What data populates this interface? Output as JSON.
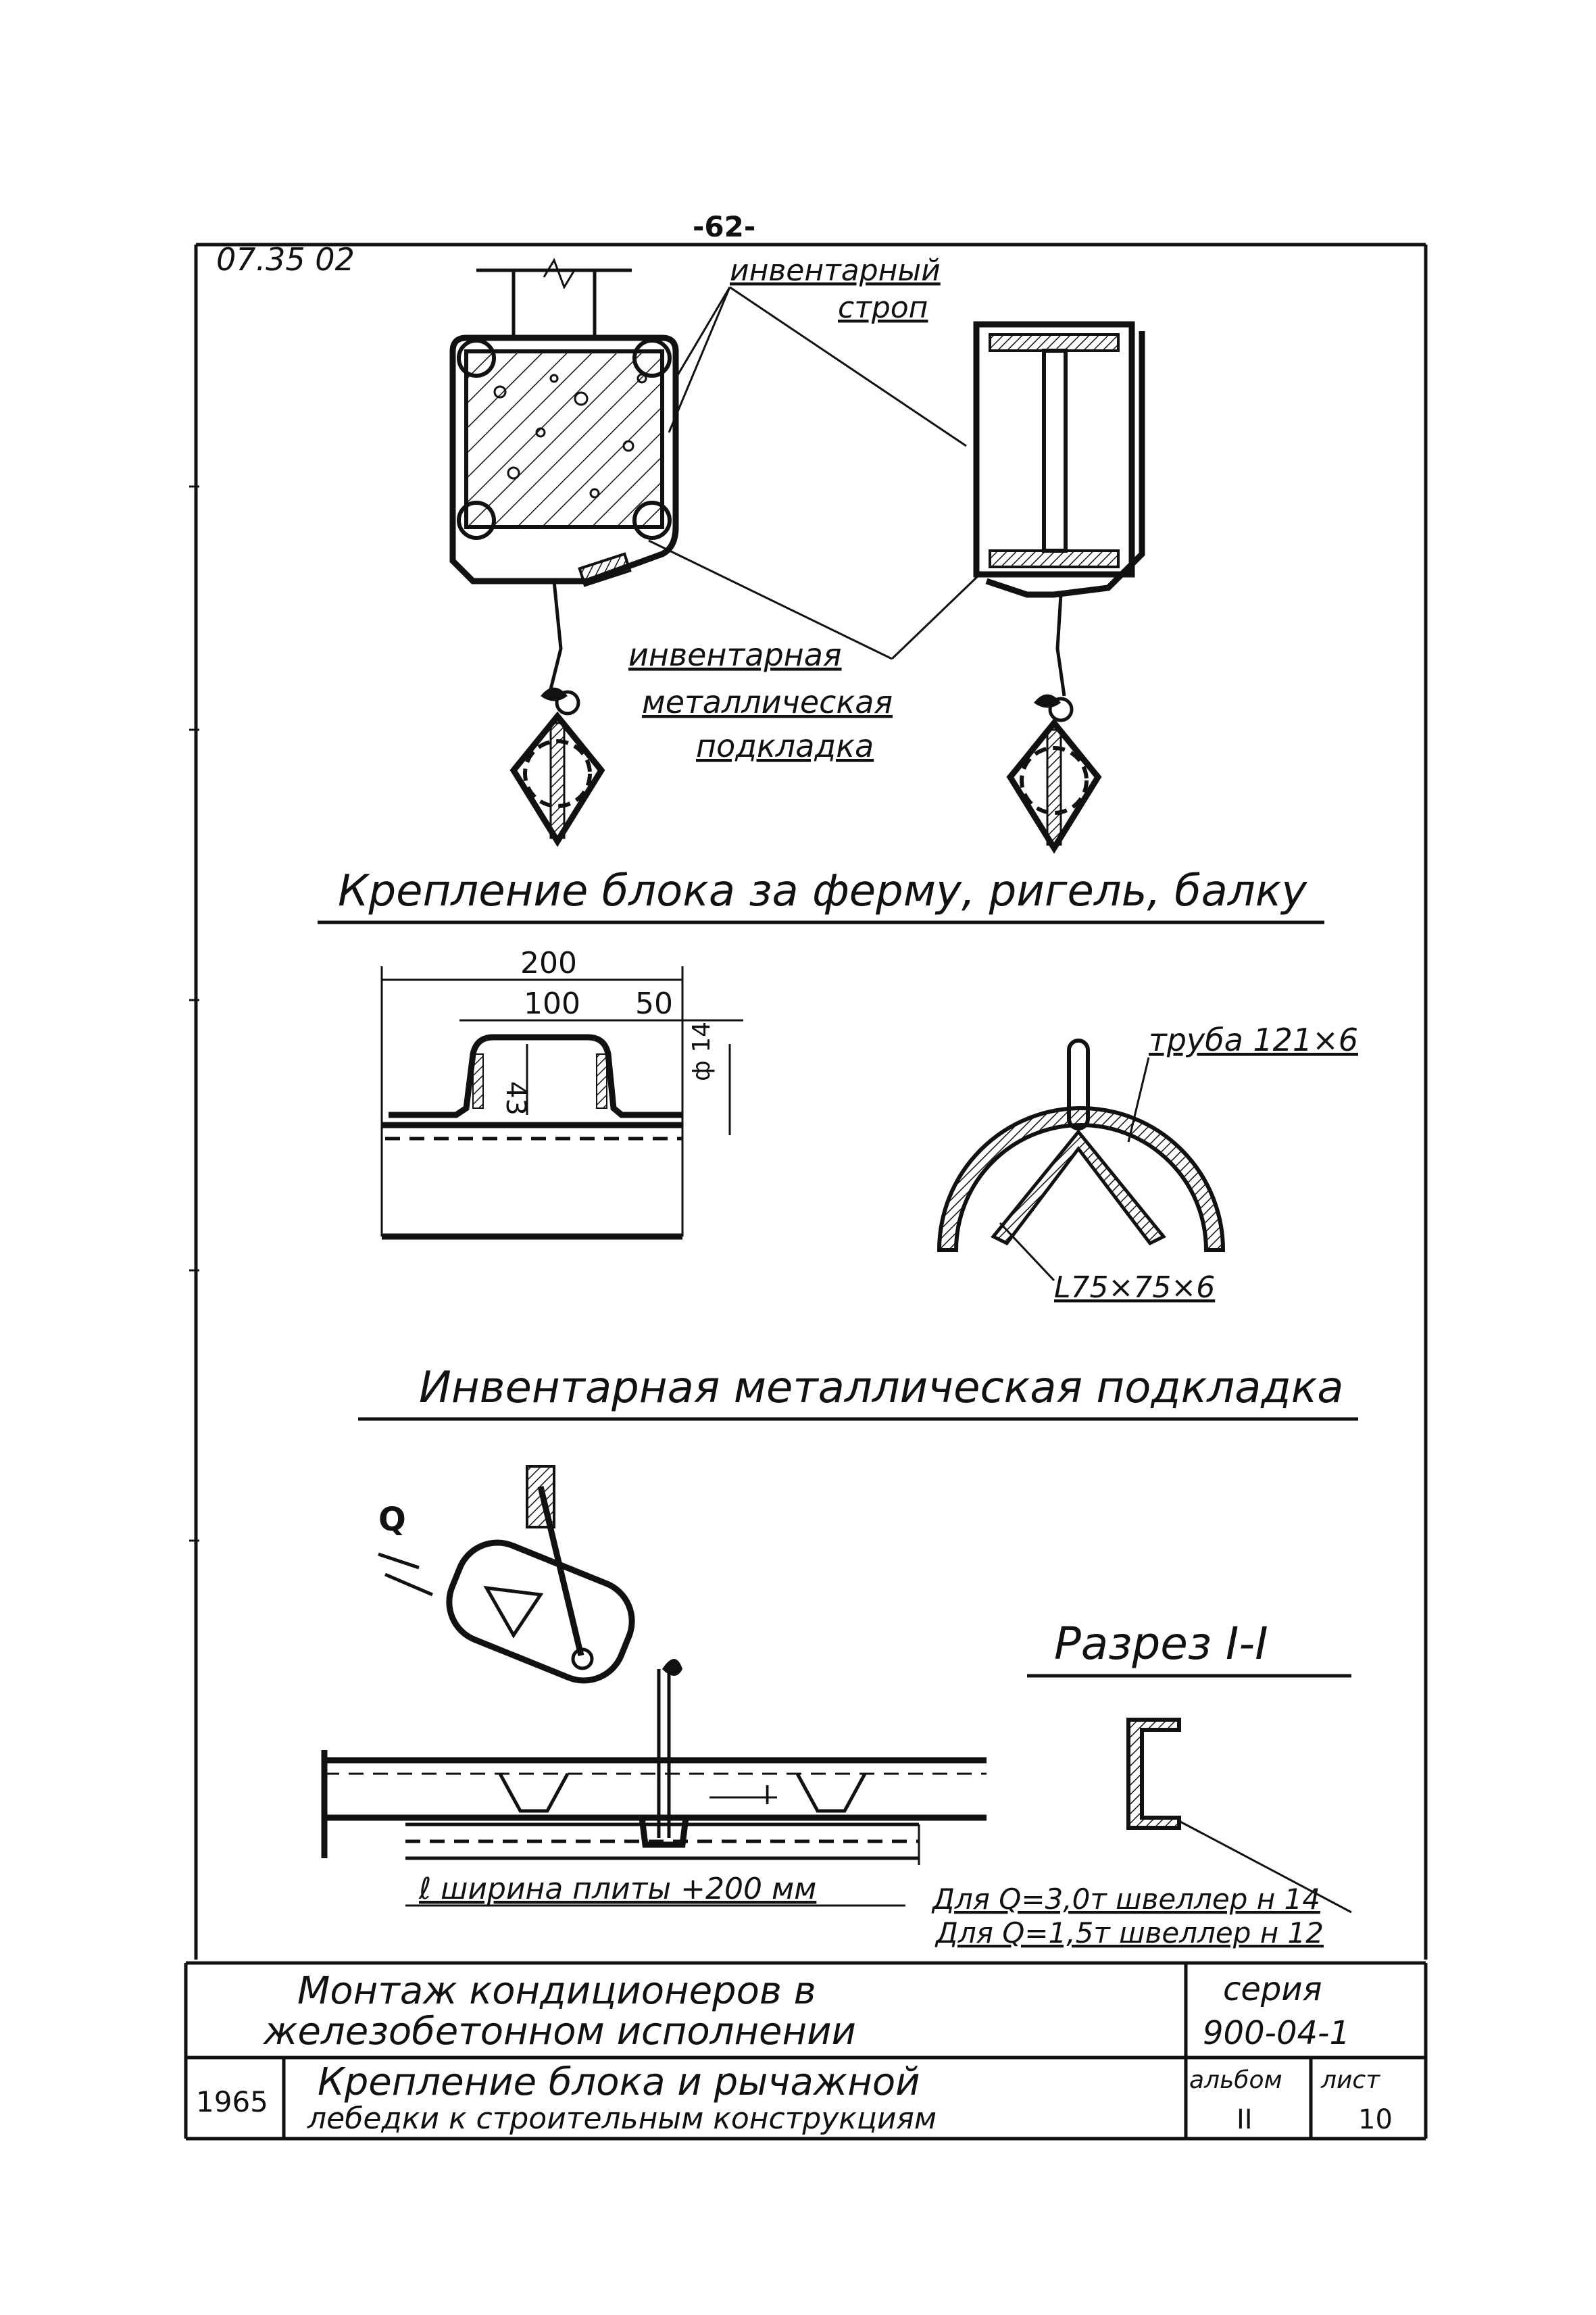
{
  "sheet": {
    "page_number": "-62-",
    "archive_code": "07.35 02"
  },
  "callouts": {
    "sling": [
      "инвентарный",
      "строп"
    ],
    "pad": [
      "инвентарная",
      "металлическая",
      "подкладка"
    ],
    "pipe": "труба 121×6",
    "angle": "L75×75×6",
    "load": "Q",
    "span": "ℓ ширина плиты +200 мм",
    "section_mark": "I",
    "channel_3t": "Для Q=3,0т швеллер н 14",
    "channel_15t": "Для Q=1,5т швеллер н 12"
  },
  "section_titles": {
    "block_fastening": "Крепление блока за ферму, ригель, балку",
    "metal_pad": "Инвентарная металлическая подкладка",
    "section_cut": "Разрез I-I"
  },
  "dimensions": {
    "overall": "200",
    "inner": "100",
    "flange": "50",
    "height": "43",
    "diameter": "ф 14"
  },
  "title_block": {
    "project_title": [
      "Монтаж кондиционеров в",
      "железобетонном исполнении"
    ],
    "series_label": "серия",
    "series_value": "900-04-1",
    "year": "1965",
    "sheet_title": [
      "Крепление блока и рычажной",
      "лебедки к строительным конструкциям"
    ],
    "album_label": "альбом",
    "album_value": "II",
    "sheet_label": "лист",
    "sheet_value": "10"
  }
}
